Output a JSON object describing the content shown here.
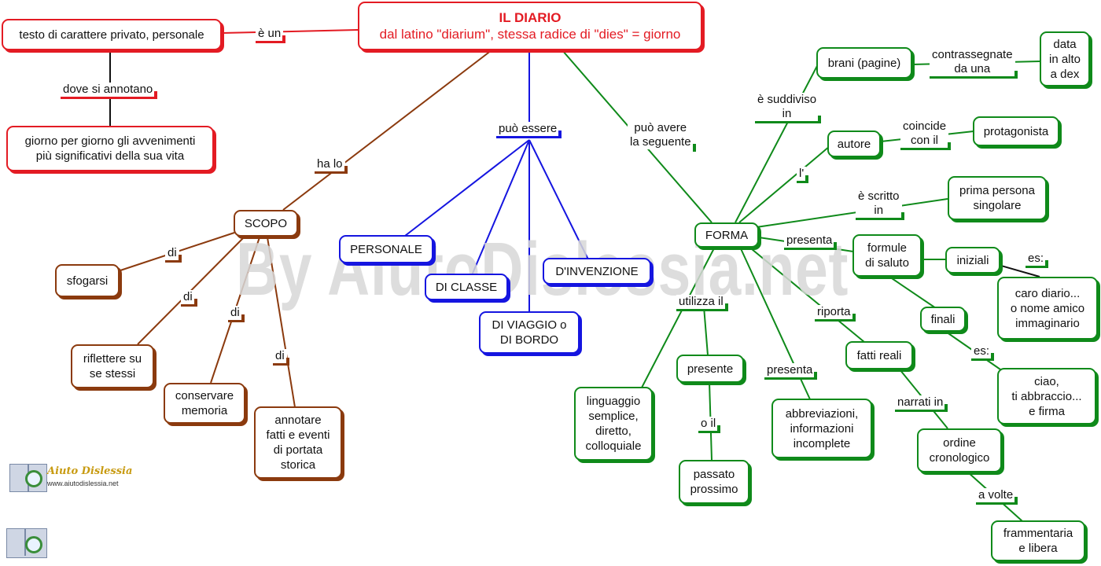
{
  "title": {
    "line1": "IL DIARIO",
    "line2": "dal latino \"diarium\", stessa radice di \"dies\" = giorno"
  },
  "colors": {
    "red": "#e31b23",
    "brown": "#8b3a0e",
    "blue": "#1515e0",
    "green": "#0f8a1a"
  },
  "nodes": {
    "testo": "testo di carattere privato, personale",
    "giorno": "giorno per giorno gli avvenimenti\npiù significativi della sua vita",
    "scopo": "SCOPO",
    "sfogarsi": "sfogarsi",
    "riflettere": "riflettere su\nse stessi",
    "conservare": "conservare\nmemoria",
    "annotare": "annotare\nfatti e eventi\ndi portata\nstorica",
    "personale": "PERSONALE",
    "di_classe": "DI CLASSE",
    "di_viaggio": "DI VIAGGIO o\nDI BORDO",
    "invenzione": "D'INVENZIONE",
    "forma": "FORMA",
    "brani": "brani (pagine)",
    "data": "data\nin alto\na dex",
    "autore": "autore",
    "protagonista": "protagonista",
    "prima_persona": "prima persona\nsingolare",
    "formule": "formule\ndi saluto",
    "iniziali": "iniziali",
    "caro_diario": "caro diario...\no nome amico\nimmaginario",
    "finali": "finali",
    "ciao": "ciao,\nti abbraccio...\ne firma",
    "fatti_reali": "fatti reali",
    "ordine": "ordine\ncronologico",
    "frammentaria": "frammentaria\ne libera",
    "linguaggio": "linguaggio\nsemplice,\ndiretto,\ncolloquiale",
    "presente": "presente",
    "passato": "passato\nprossimo",
    "abbreviazioni": "abbreviazioni,\ninformazioni\nincomplete"
  },
  "links": {
    "e_un": "è un",
    "dove_si_annotano": "dove si annotano",
    "ha_lo": "ha lo",
    "di1": "di",
    "di2": "di",
    "di3": "di",
    "di4": "di",
    "puo_essere": "può essere",
    "puo_avere": "può avere\nla seguente",
    "e_suddiviso": "è suddiviso\nin",
    "contrassegnate": "contrassegnate\nda una",
    "l": "l'",
    "coincide": "coincide\ncon il",
    "e_scritto": "è scritto\nin",
    "presenta1": "presenta",
    "es1": "es:",
    "es2": "es:",
    "riporta": "riporta",
    "narrati_in": "narrati in",
    "a_volte": "a volte",
    "utilizza_il": "utilizza il",
    "o_il": "o il",
    "presenta2": "presenta"
  },
  "watermark": "By AiutoDislessia.net",
  "logo": {
    "name": "Aiuto Dislessia",
    "url": "www.aiutodislessia.net"
  }
}
